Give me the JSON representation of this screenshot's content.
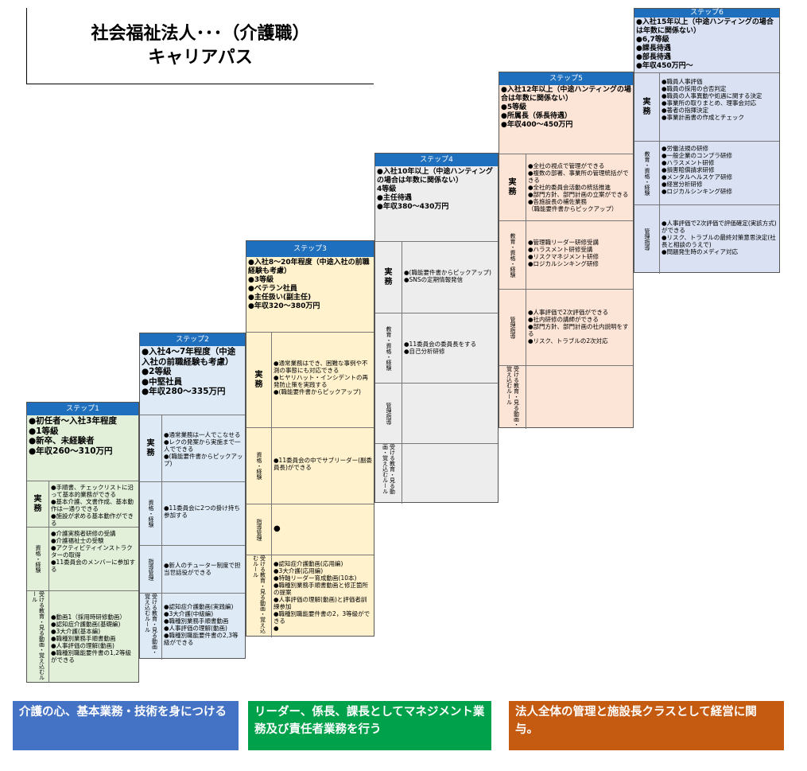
{
  "title": {
    "line1": "社会福祉法人･･･（介護職）",
    "line2": "キャリアパス"
  },
  "steps": [
    {
      "name": "ステップ1",
      "summary": [
        "●初任者～入社3年程度",
        "●1等級",
        "●新卒、未経験者",
        "●年収260～310万円"
      ],
      "rows": [
        {
          "label": "実務",
          "items": [
            "●手順書、チェックリストに沿って基本的業務ができる",
            "●基本介護、文書作成、基本動作は一通りできる",
            "●施設が求める基本動作ができる"
          ]
        },
        {
          "label": "資格・経験",
          "items": [
            "●介護実務者研修の受講",
            "●介護福祉士の受験",
            "●アクティビティインストラクターの取得",
            "●11委員会のメンバーに参加する"
          ]
        },
        {
          "label": "受ける教育・見る動画・覚え込むルール",
          "items": [
            "●動画1（採用時研修動画）",
            "●認知症介護動画(基礎編)",
            "●3大介護(基本編)",
            "●職種別業務手順書動画",
            "●人事評価の理解(動画)",
            "●職種別職能要件書の1,2等級ができる"
          ]
        }
      ]
    },
    {
      "name": "ステップ2",
      "summary": [
        "●入社4～7年程度（中途入社の前職経験も考慮）",
        "●2等級",
        "●中堅社員",
        "●年収280～335万円"
      ],
      "rows": [
        {
          "label": "実務",
          "items": [
            "●通常業務は一人でこなせる",
            "●レクの発案から実施まで一人でできる",
            "●(職能要件書からピックアップ)"
          ]
        },
        {
          "label": "資格・経験",
          "items": [
            "●11委員会に2つの掛け持ち参加する"
          ]
        },
        {
          "label": "指導管理",
          "items": [
            "●新人のチューター制度で担当世話役ができる"
          ]
        },
        {
          "label": "受ける教育・見る動画・覚え込むルール",
          "items": [
            "●認知症介護動画(実践編)",
            "●3大介護(中級編)",
            "●職種別業務手順書動画",
            "●人事評価の理解(動画)",
            "●職種別職能要件書の2,3等級ができる"
          ]
        }
      ]
    },
    {
      "name": "ステップ3",
      "summary": [
        "●入社8～20年程度（中途入社の前職経験も考慮）",
        "●3等級",
        "●ベテラン社員",
        "●主任扱い(副主任)",
        "●年収320～380万円"
      ],
      "rows": [
        {
          "label": "実務",
          "items": [
            "●通常業務はでき、困難な事例や不測の事態にも対応できる",
            "●ヒヤリハット・インシデントの再発防止策を実践する",
            "●(職能要件書からピックアップ)"
          ]
        },
        {
          "label": "資格・経験",
          "items": [
            "●11委員会の中でサブリーダー(副委員長)ができる"
          ]
        },
        {
          "label": "指導管理",
          "items": [
            "●"
          ]
        },
        {
          "label": "受ける教育・見る動画・覚え込むルール",
          "items": [
            "●認知症介護動画(応用編)",
            "●3大介護(応用編)",
            "●特軸リーダー育成動画(10本)",
            "●職種別業務手順書動画と修正箇所の提案",
            "●人事評価の理解(動画)と評価者訓練参加",
            "●職種別職能要件書の2，3等級ができる",
            "●"
          ]
        }
      ]
    },
    {
      "name": "ステップ4",
      "summary": [
        "●入社10年以上（中途ハンティングの場合は年数に関係ない）",
        "4等級",
        "●主任待遇",
        "●年収380～430万円"
      ],
      "rows": [
        {
          "label": "実務",
          "items": [
            "●(職能要件書からピックアップ)",
            "●SNSの定期情報発信"
          ]
        },
        {
          "label": "教育・資格・経験",
          "items": [
            "●11委員会の委員長をする",
            "●自己分析研修"
          ]
        },
        {
          "label": "管理指導",
          "items": []
        },
        {
          "label": "受ける教育・見る動画・覚え込むルール",
          "items": []
        }
      ]
    },
    {
      "name": "ステップ5",
      "summary": [
        "●入社12年以上（中途ハンティングの場合は年数に関係ない）",
        "●5等級",
        "●所属長（係長待遇）",
        "●年収400～450万円"
      ],
      "rows": [
        {
          "label": "実務",
          "items": [
            "●全社の視点で管理ができる",
            "●複数の部署、事業所の管理統括ができる",
            "●全社的委員会活動の統括推進",
            "●部門方針、部門計画の立案ができる",
            "●各施設長の補佐業務",
            "（職能要件書からピックアップ）"
          ]
        },
        {
          "label": "教育・資格・経験",
          "items": [
            "●管理職リーダー研修受講",
            "●ハラスメント研修受講",
            "●リスクマネジメント研修",
            "●ロジカルシンキング研修"
          ]
        },
        {
          "label": "管理指導",
          "items": [
            "●人事評価で2次評価ができる",
            "●社内研修の講師ができる",
            "●部門方針、部門計画の社内説明をする",
            "●リスク、トラブルの2次対応"
          ]
        },
        {
          "label": "受ける教育・見る動画・覚え込むルール",
          "items": []
        }
      ]
    },
    {
      "name": "ステップ6",
      "summary": [
        "●入社15年以上（中途ハンティングの場合は年数に関係ない）",
        "●6,7等級",
        "●課長待遇",
        "●部長待遇",
        "●年収450万円～"
      ],
      "rows": [
        {
          "label": "実務",
          "items": [
            "●職員人事評価",
            "●職員の採用の合否判定",
            "●職員の人事異動や処遇に関する決定",
            "●事業所の取りまとめ、理事会対応",
            "●著者の指揮決定",
            "●事業計画書の作成とチェック"
          ]
        },
        {
          "label": "教育・資格・経験",
          "items": [
            "●労働法規の研修",
            "●一般企業のコンプラ研修",
            "●ハラスメント研修",
            "●損害賠償請求研修",
            "●メンタルヘルスケア研修",
            "●経営分析研修",
            "●ロジカルシンキング研修"
          ]
        },
        {
          "label": "管理指導",
          "items": [
            "●人事評価で2次評価で評価確定(実該方式)ができる",
            "●リスク、トラブルの最終対策意思決定(社長と相談のうえで)",
            "●問題発生時のメディア対応"
          ]
        }
      ]
    }
  ],
  "bottom": [
    {
      "text": "介護の心、基本業務・技術を身につける",
      "color": "#4472c4"
    },
    {
      "text": "リーダー、係長、課長としてマネジメント業務及び責任者業務を行う",
      "color": "#00a14b"
    },
    {
      "text": "法人全体の管理と施設長クラスとして経営に関与。",
      "color": "#c55a11"
    }
  ]
}
